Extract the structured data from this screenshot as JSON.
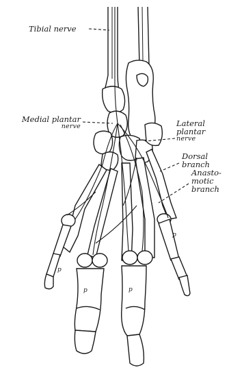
{
  "figure": {
    "labels": {
      "tibial_nerve": "Tibial nerve",
      "medial_plantar_line1": "Medial plantar",
      "medial_plantar_line2": "nerve",
      "lateral_plantar_line1": "Lateral",
      "lateral_plantar_line2": "plantar",
      "lateral_plantar_line3": "nerve",
      "dorsal_branch_line1": "Dorsal",
      "dorsal_branch_line2": "branch",
      "anastomotic_line1": "Anasto-",
      "anastomotic_line2": "motic",
      "anastomotic_line3": "branch"
    },
    "bone_marks": [
      "p",
      "p",
      "p",
      "p"
    ]
  }
}
